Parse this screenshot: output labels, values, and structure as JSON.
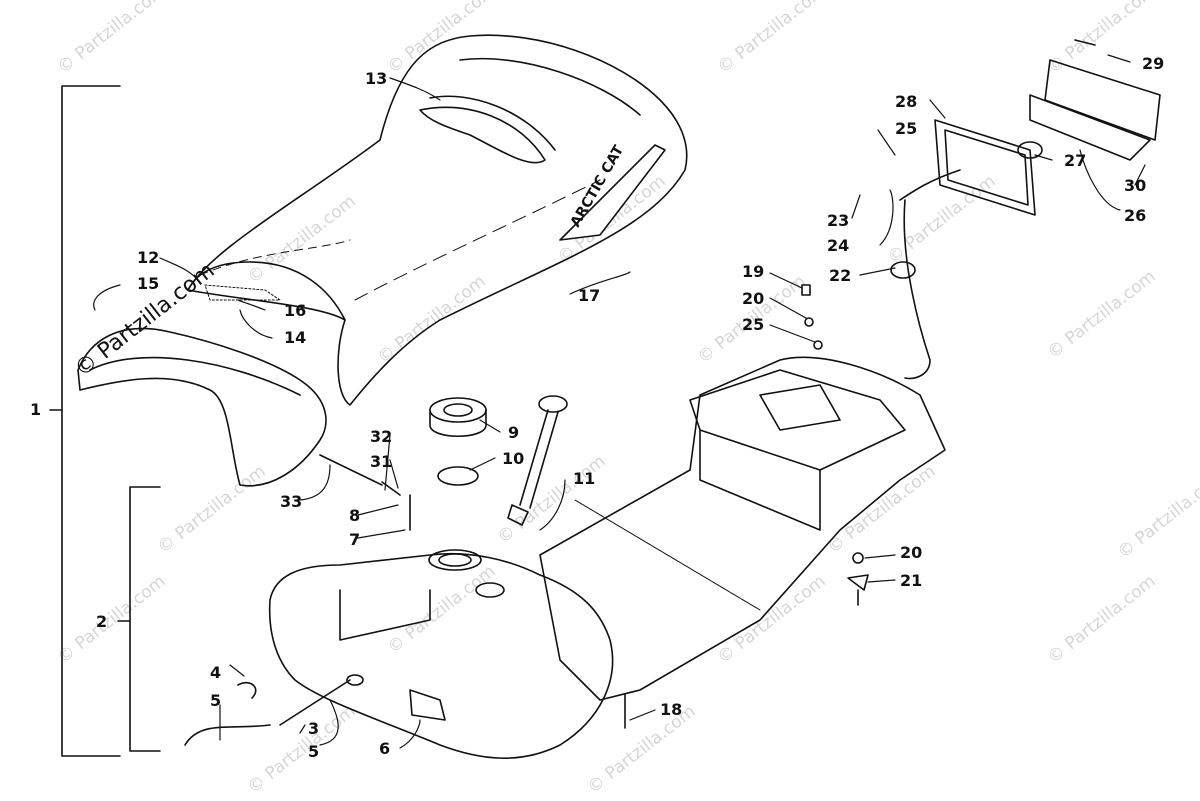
{
  "watermarks": {
    "text": "© Partzilla.com",
    "count": 20
  },
  "callouts": [
    {
      "id": "c1",
      "text": "1"
    },
    {
      "id": "c2",
      "text": "2"
    },
    {
      "id": "c3",
      "text": "3"
    },
    {
      "id": "c4",
      "text": "4"
    },
    {
      "id": "c5a",
      "text": "5"
    },
    {
      "id": "c5b",
      "text": "5"
    },
    {
      "id": "c6",
      "text": "6"
    },
    {
      "id": "c7",
      "text": "7"
    },
    {
      "id": "c8",
      "text": "8"
    },
    {
      "id": "c9",
      "text": "9"
    },
    {
      "id": "c10",
      "text": "10"
    },
    {
      "id": "c11",
      "text": "11"
    },
    {
      "id": "c12",
      "text": "12"
    },
    {
      "id": "c13",
      "text": "13"
    },
    {
      "id": "c14",
      "text": "14"
    },
    {
      "id": "c15",
      "text": "15"
    },
    {
      "id": "c16",
      "text": "16"
    },
    {
      "id": "c17",
      "text": "17"
    },
    {
      "id": "c18",
      "text": "18"
    },
    {
      "id": "c19",
      "text": "19"
    },
    {
      "id": "c20a",
      "text": "20"
    },
    {
      "id": "c20b",
      "text": "20"
    },
    {
      "id": "c21",
      "text": "21"
    },
    {
      "id": "c22",
      "text": "22"
    },
    {
      "id": "c23",
      "text": "23"
    },
    {
      "id": "c24",
      "text": "24"
    },
    {
      "id": "c25a",
      "text": "25"
    },
    {
      "id": "c25b",
      "text": "25"
    },
    {
      "id": "c26",
      "text": "26"
    },
    {
      "id": "c27",
      "text": "27"
    },
    {
      "id": "c28",
      "text": "28"
    },
    {
      "id": "c29",
      "text": "29"
    },
    {
      "id": "c30",
      "text": "30"
    },
    {
      "id": "c31",
      "text": "31"
    },
    {
      "id": "c32",
      "text": "32"
    },
    {
      "id": "c33",
      "text": "33"
    }
  ],
  "seal_logo_text": "ARCTIC CAT",
  "colors": {
    "line": "#111111",
    "watermark": "#d6d6d6"
  }
}
